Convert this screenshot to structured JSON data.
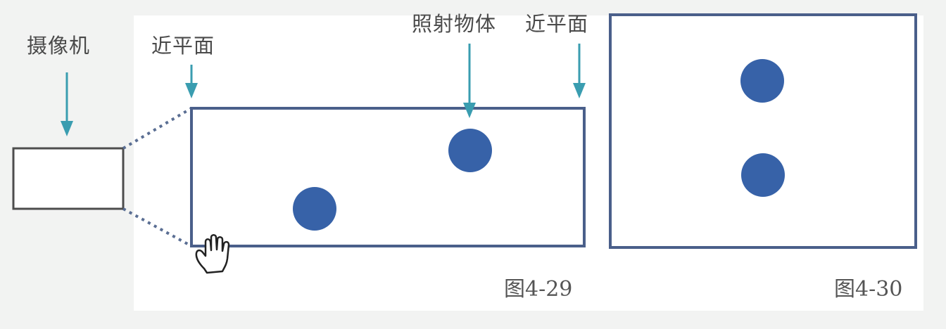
{
  "labels": {
    "camera": "摄像机",
    "near_plane_left": "近平面",
    "lit_object": "照射物体",
    "near_plane_right": "近平面"
  },
  "captions": {
    "fig_left": "图4-29",
    "fig_right": "图4-30"
  },
  "colors": {
    "arrow": "#3a9db0",
    "frame": "#4a5f8a",
    "dot": "#3762a8",
    "text": "#4a4a4a",
    "background": "#f2f3f2"
  },
  "icons": {
    "cursor": "hand-pointer-icon"
  }
}
